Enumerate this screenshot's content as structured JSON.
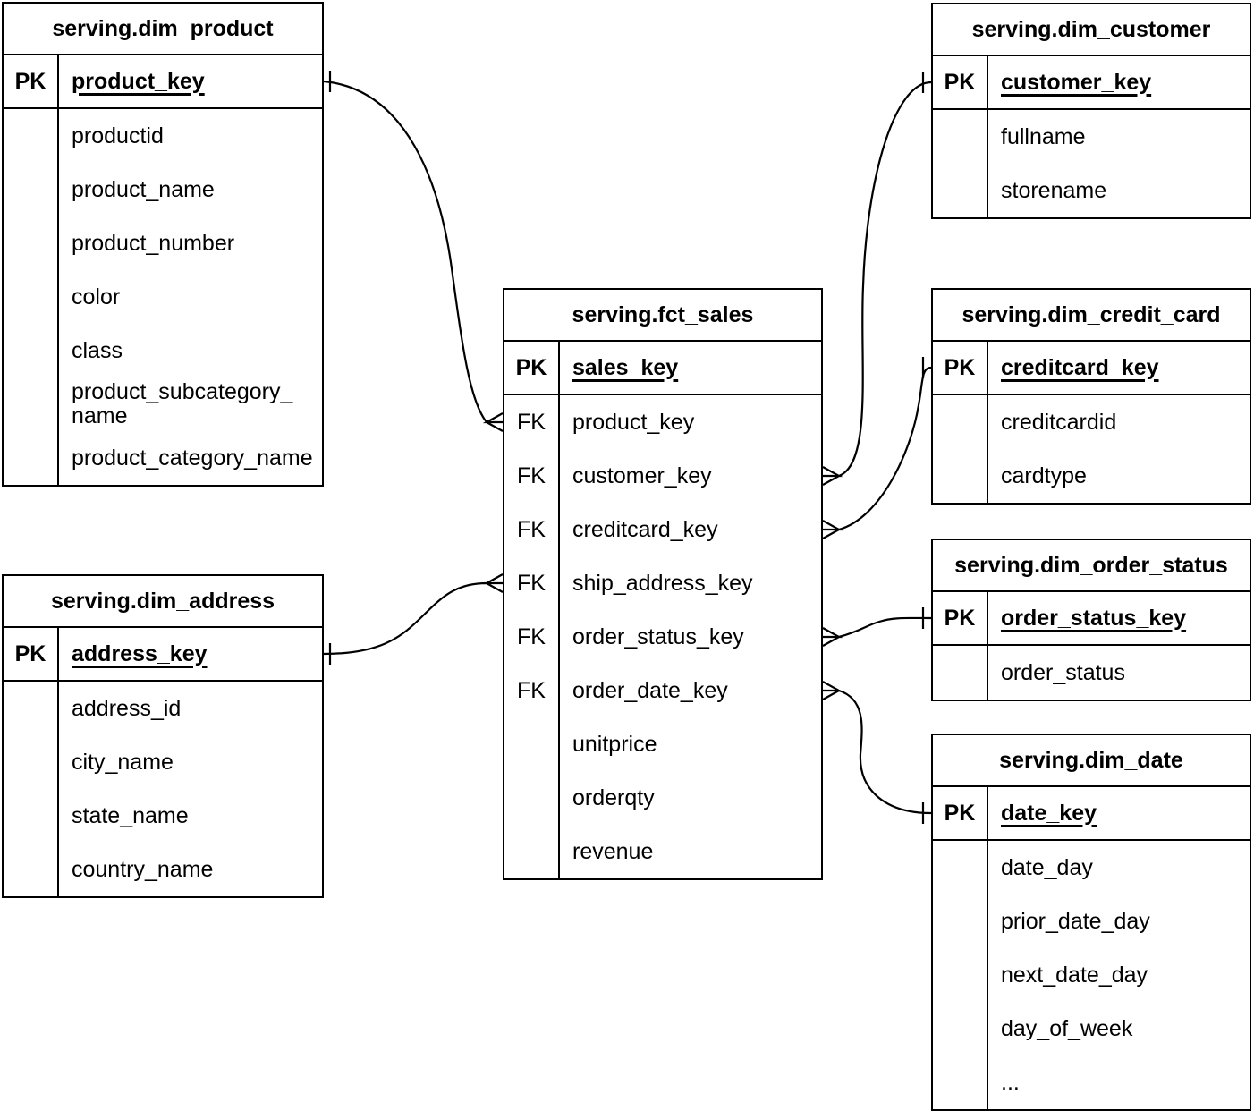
{
  "diagram": {
    "kind": "entity-relationship-diagram",
    "colors": {
      "background": "#ffffff",
      "line": "#000000",
      "text": "#000000"
    },
    "tables": [
      {
        "title": "serving.dim_product",
        "pk": {
          "label": "PK",
          "name": "product_key"
        },
        "fields": [
          {
            "name": "productid"
          },
          {
            "name": "product_name"
          },
          {
            "name": "product_number"
          },
          {
            "name": "color"
          },
          {
            "name": "class"
          },
          {
            "name": "product_subcategory_\nname"
          },
          {
            "name": "product_category_name"
          }
        ]
      },
      {
        "title": "serving.dim_customer",
        "pk": {
          "label": "PK",
          "name": "customer_key"
        },
        "fields": [
          {
            "name": "fullname"
          },
          {
            "name": "storename"
          }
        ]
      },
      {
        "title": "serving.fct_sales",
        "pk": {
          "label": "PK",
          "name": "sales_key"
        },
        "fields": [
          {
            "key": "FK",
            "name": "product_key"
          },
          {
            "key": "FK",
            "name": "customer_key"
          },
          {
            "key": "FK",
            "name": "creditcard_key"
          },
          {
            "key": "FK",
            "name": "ship_address_key"
          },
          {
            "key": "FK",
            "name": "order_status_key"
          },
          {
            "key": "FK",
            "name": "order_date_key"
          },
          {
            "name": "unitprice"
          },
          {
            "name": "orderqty"
          },
          {
            "name": "revenue"
          }
        ]
      },
      {
        "title": "serving.dim_credit_card",
        "pk": {
          "label": "PK",
          "name": "creditcard_key"
        },
        "fields": [
          {
            "name": "creditcardid"
          },
          {
            "name": "cardtype"
          }
        ]
      },
      {
        "title": "serving.dim_order_status",
        "pk": {
          "label": "PK",
          "name": "order_status_key"
        },
        "fields": [
          {
            "name": "order_status"
          }
        ]
      },
      {
        "title": "serving.dim_date",
        "pk": {
          "label": "PK",
          "name": "date_key"
        },
        "fields": [
          {
            "name": "date_day"
          },
          {
            "name": "prior_date_day"
          },
          {
            "name": "next_date_day"
          },
          {
            "name": "day_of_week"
          },
          {
            "name": "..."
          }
        ]
      },
      {
        "title": "serving.dim_address",
        "pk": {
          "label": "PK",
          "name": "address_key"
        },
        "fields": [
          {
            "name": "address_id"
          },
          {
            "name": "city_name"
          },
          {
            "name": "state_name"
          },
          {
            "name": "country_name"
          }
        ]
      }
    ],
    "relations": [
      {
        "from": "serving.fct_sales.product_key",
        "to": "serving.dim_product.product_key",
        "from_cardinality": "many",
        "to_cardinality": "one"
      },
      {
        "from": "serving.fct_sales.customer_key",
        "to": "serving.dim_customer.customer_key",
        "from_cardinality": "many",
        "to_cardinality": "one"
      },
      {
        "from": "serving.fct_sales.creditcard_key",
        "to": "serving.dim_credit_card.creditcard_key",
        "from_cardinality": "many",
        "to_cardinality": "one"
      },
      {
        "from": "serving.fct_sales.ship_address_key",
        "to": "serving.dim_address.address_key",
        "from_cardinality": "many",
        "to_cardinality": "one"
      },
      {
        "from": "serving.fct_sales.order_status_key",
        "to": "serving.dim_order_status.order_status_key",
        "from_cardinality": "many",
        "to_cardinality": "one"
      },
      {
        "from": "serving.fct_sales.order_date_key",
        "to": "serving.dim_date.date_key",
        "from_cardinality": "many",
        "to_cardinality": "one"
      }
    ]
  }
}
